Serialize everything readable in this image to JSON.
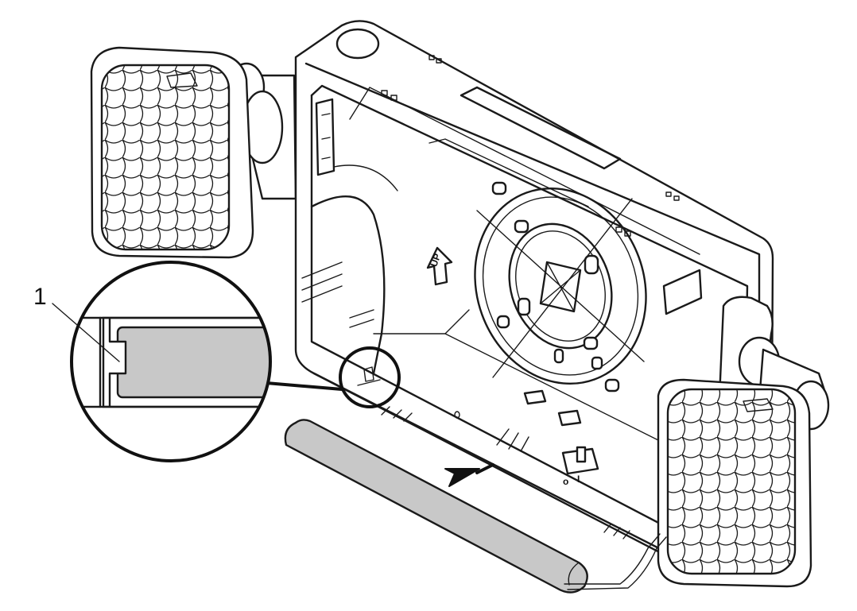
{
  "callouts": [
    {
      "label": "1"
    }
  ],
  "housing": {
    "orientation_mark": "UP",
    "switch_labels": [
      "o",
      "I"
    ]
  },
  "colors": {
    "line": "#1a1a1a",
    "battery_fill": "#c8c8c8",
    "background": "#ffffff"
  },
  "icons": [
    "battery-pack-icon",
    "removal-arrow-icon",
    "up-arrow-icon",
    "magnifier-detail-icon"
  ]
}
